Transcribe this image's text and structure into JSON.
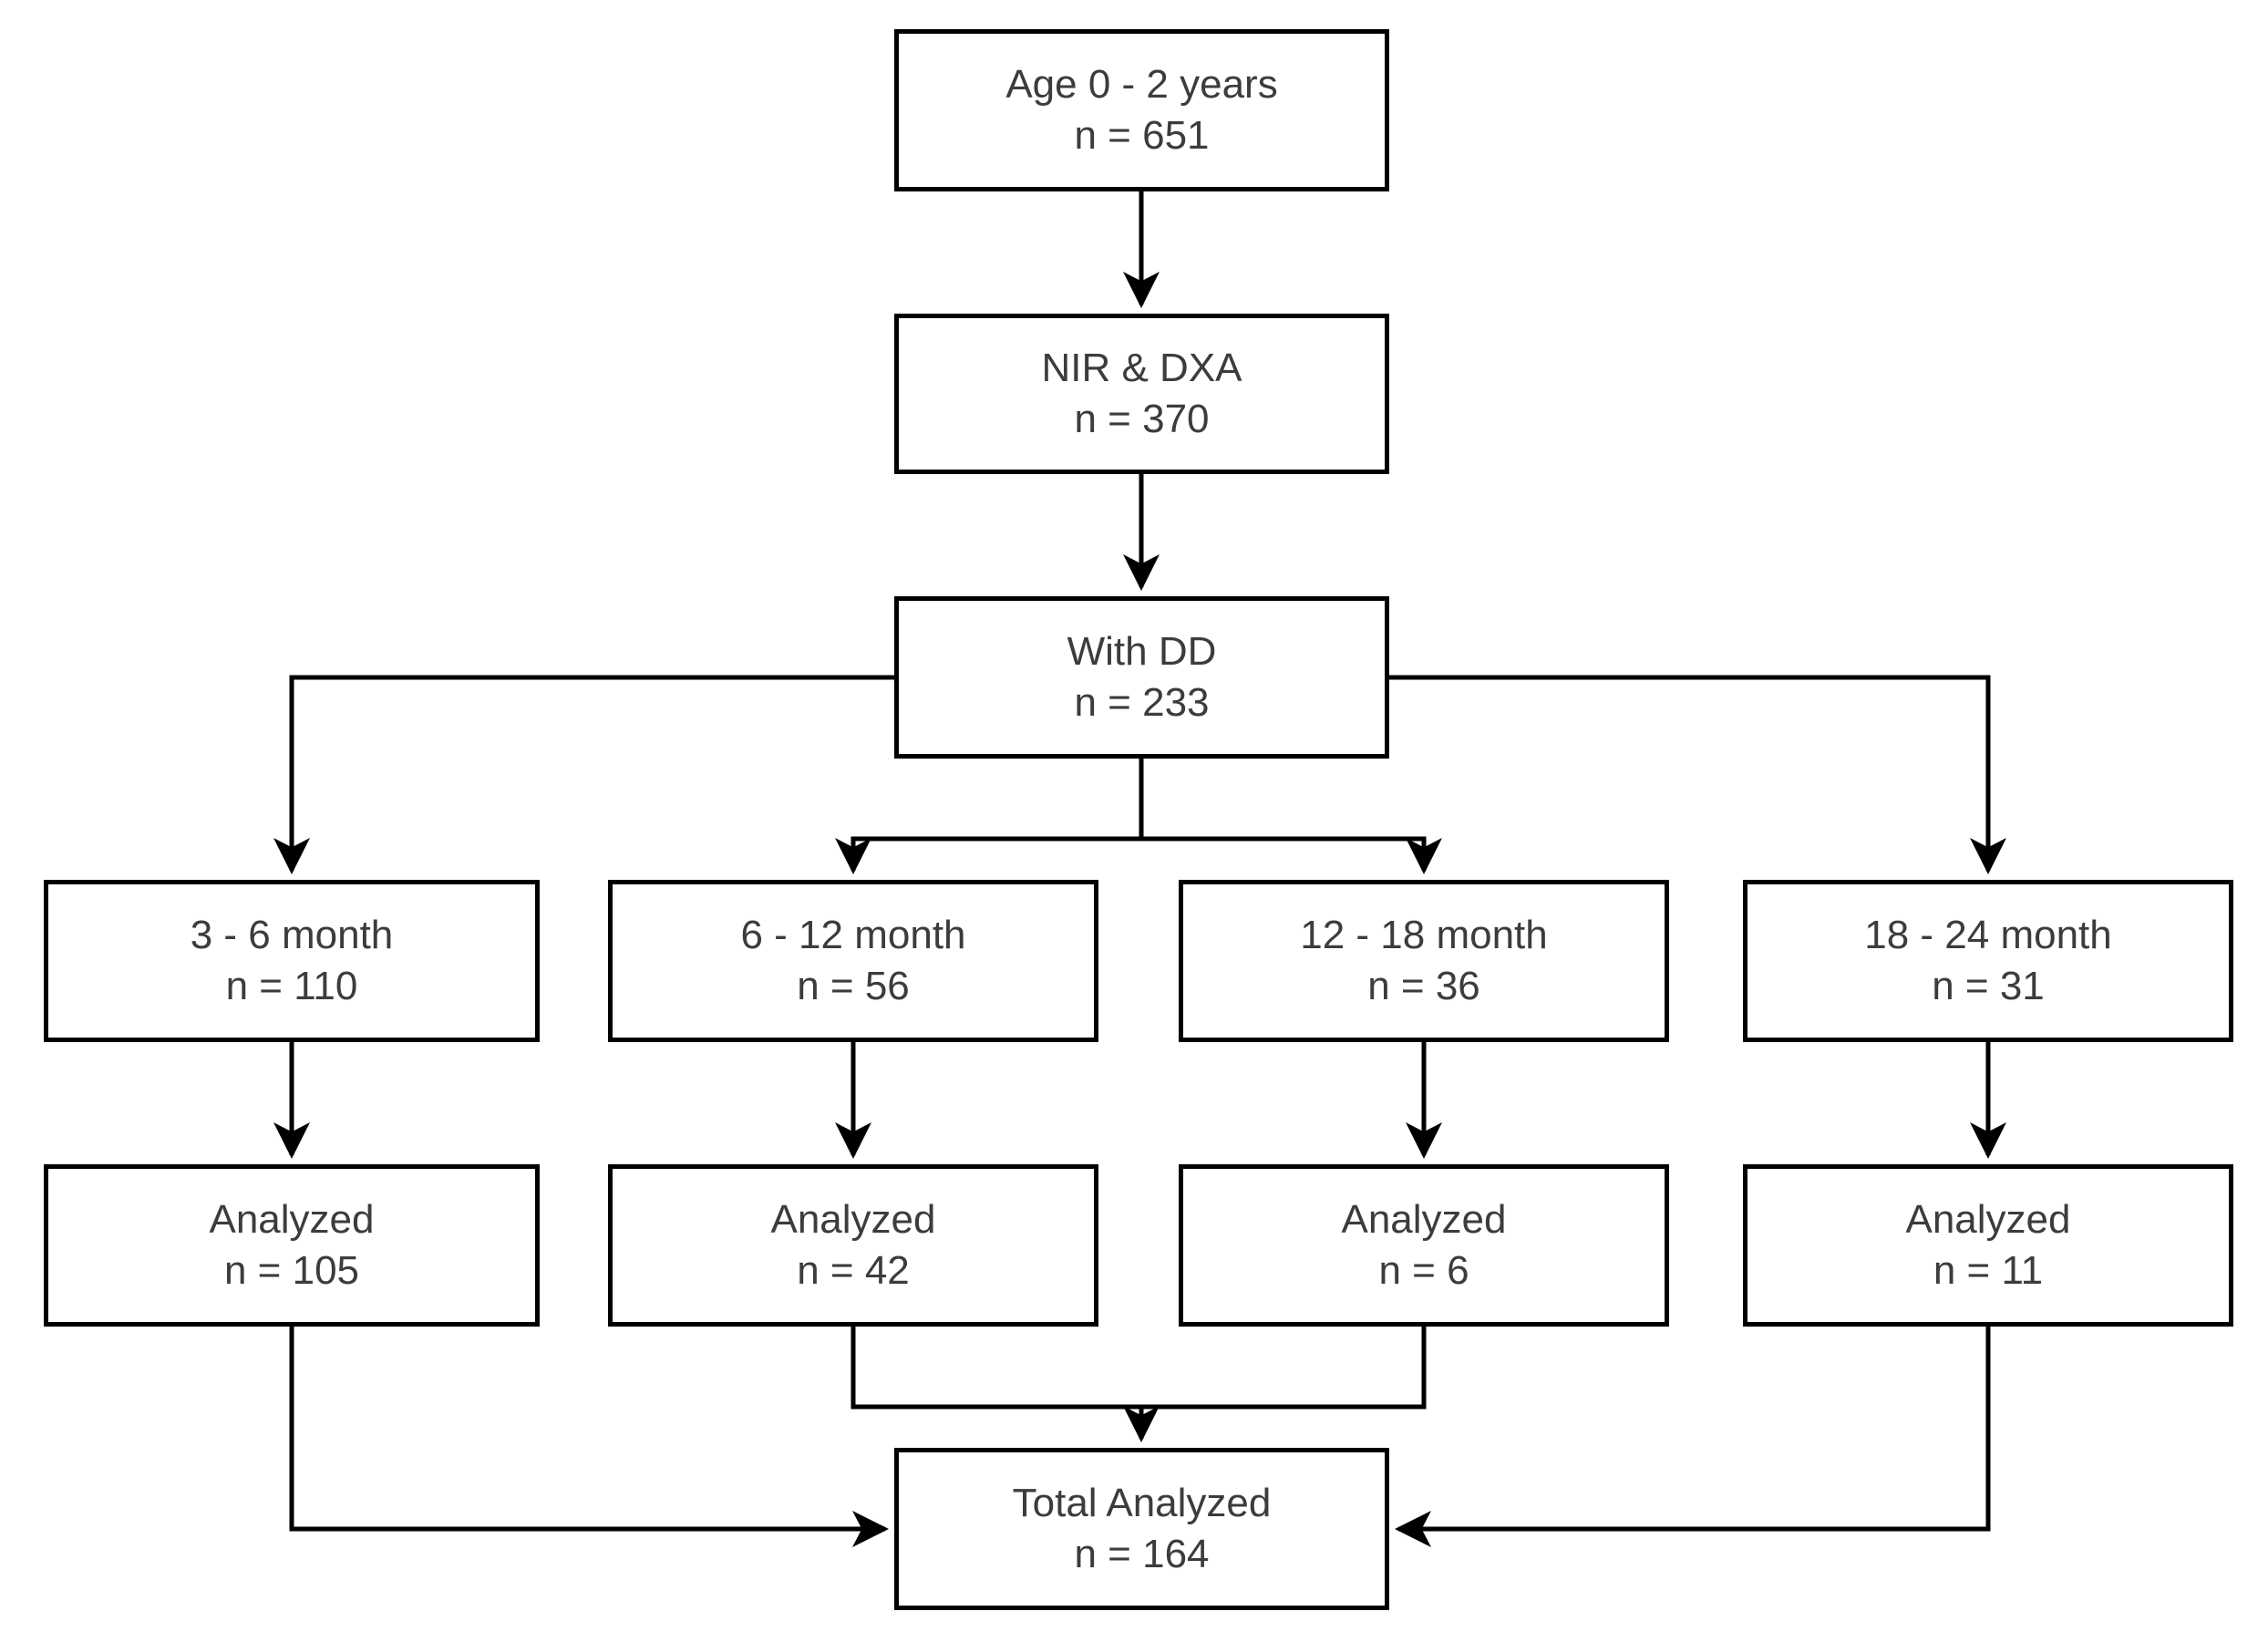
{
  "diagram": {
    "type": "flowchart",
    "nodes": {
      "age": {
        "label": "Age 0 - 2 years",
        "count": "n = 651"
      },
      "nir_dxa": {
        "label": "NIR & DXA",
        "count": "n = 370"
      },
      "with_dd": {
        "label": "With DD",
        "count": "n = 233"
      },
      "m3_6": {
        "label": "3 - 6 month",
        "count": "n = 110"
      },
      "m6_12": {
        "label": "6 - 12 month",
        "count": "n = 56"
      },
      "m12_18": {
        "label": "12 - 18 month",
        "count": "n = 36"
      },
      "m18_24": {
        "label": "18 - 24 month",
        "count": "n = 31"
      },
      "analyzed_3_6": {
        "label": "Analyzed",
        "count": "n = 105"
      },
      "analyzed_6_12": {
        "label": "Analyzed",
        "count": "n = 42"
      },
      "analyzed_12_18": {
        "label": "Analyzed",
        "count": "n = 6"
      },
      "analyzed_18_24": {
        "label": "Analyzed",
        "count": "n = 11"
      },
      "total": {
        "label": "Total Analyzed",
        "count": "n = 164"
      }
    },
    "colors": {
      "background": "#ffffff",
      "box_fill": "#ffffff",
      "box_border": "#000000",
      "connector": "#000000",
      "text": "#3c3c3c"
    }
  }
}
